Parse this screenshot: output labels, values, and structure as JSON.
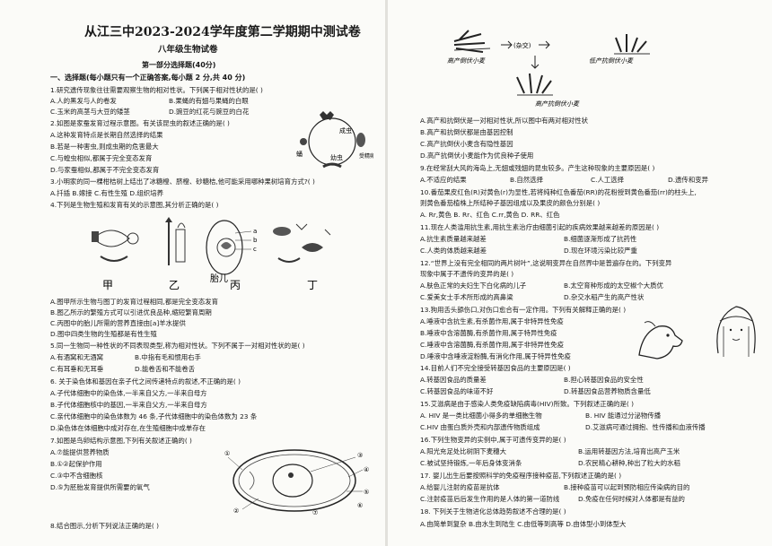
{
  "left": {
    "title": "从江三中2023-2024学年度第二学期期中测试卷",
    "subtitle": "八年级生物试卷",
    "part1": "第一部分选择题(40分)",
    "section1": "一、选择题(每小题只有一个正确答案,每小题 2 分,共 40 分)",
    "q1": "1.研究遗传现象往往需要观察生物的相对性状。下列属于相对性状的是(     )",
    "q1a": "A.人的黑发与人的卷发",
    "q1b": "B.果蝇的有翅与果蝇的白眼",
    "q1c": "C.玉米的高茎与大豆的矮茎",
    "q1d": "D.豌豆的红花与豌豆的白花",
    "q2": "2.如图是家蚕发育过程示意图。有关该昆虫的叙述正确的是(     )",
    "q2a": "A.这种发育特点是长期自然选择的结果",
    "q2b": "B.若是一种害虫,则成虫期的危害最大",
    "q2c": "C.与蝗虫相似,都属于完全变态发育",
    "q2d": "D.与家蚕相似,都属于不完全变态发育",
    "fig2_labels": [
      "成虫",
      "受精卵",
      "幼虫",
      "蛹"
    ],
    "q3": "3.小明家的同一棵柑桔树上结出了冰糖橙、脐橙、砂糖桔,他可能采用哪种果树培育方式?(     )",
    "q3opts": "A.扦插          B.嫁接          C.有性生殖          D.组织培养",
    "q4": "4.下列是生物生殖和发育有关的示意图,其分析正确的是(     )",
    "fig4_labels": [
      "甲",
      "乙",
      "丙",
      "丁"
    ],
    "fig4_marks": [
      "a",
      "b",
      "c",
      "胎儿"
    ],
    "q4a": "A.图甲所示生物与图丁的发育过程相同,都是完全变态发育",
    "q4b": "B.图乙所示的繁殖方式可以引进优良品种,缩短繁育周期",
    "q4c": "C.丙图中的胎儿所需的营养直接由[a]羊水提供",
    "q4d": "D.图中四类生物的生殖都是有性生殖",
    "q5": "5.同一生物同一种性状的不同表现类型,称为相对性状。下列不属于一对相对性状的是(     )",
    "q5a": "A.有酒窝和无酒窝",
    "q5b": "B.中指有毛和惯用右手",
    "q5c": "C.有耳垂和无耳垂",
    "q5d": "D.能卷舌和不能卷舌",
    "q6": "6. 关于染色体和基因在亲子代之间传递特点的叙述,不正确的是(     )",
    "q6a": "A.子代体细胞中的染色体,一半来自父方,一半来自母方",
    "q6b": "B.子代体细胞核中的基因,一半来自父方,一半来自母方",
    "q6c": "C.亲代体细胞中的染色体数为 46 条,子代体细胞中的染色体数为 23 条",
    "q6d": "D.染色体在体细胞中成对存在,在生殖细胞中成单存在",
    "q7": "7.如图是鸟卵结构示意图,下列有关叙述正确的(     )",
    "q7a": "A.⑦能提供营养物质",
    "q7b": "B.①②起保护作用",
    "q7c": "C.③中不含细胞核",
    "q7d": "D.⑤为胚胎发育提供所需要的氧气",
    "fig7_labels": [
      "①",
      "②",
      "③",
      "④",
      "⑤",
      "⑥",
      "⑦"
    ],
    "q8": "8.结合图示,分析下列说法正确的是(     )"
  },
  "right": {
    "fig8_caps": [
      "高产倒伏小麦",
      "(杂交)",
      "低产抗倒伏小麦",
      "高产抗倒伏小麦"
    ],
    "q8a": "A.高产和抗倒伏是一对相对性状,所以图中有两对相对性状",
    "q8b": "B.高产和抗倒伏都是由基因控制",
    "q8c": "C.高产抗倒伏小麦含有隐性基因",
    "q8d": "D.高产抗倒伏小麦能作为优良种子使用",
    "q9": "9.在经常刮大风的海岛上,无翅或残翅的昆虫较多。产生这种现象的主要原因是(     )",
    "q9a": "A.不适应的结果",
    "q9b": "B.自然选择",
    "q9c": "C.人工选择",
    "q9d": "D.遗传和变异",
    "q10": "10.番茄果皮红色(R)对黄色(r)为显性,若将纯种红色番茄(RR)的花粉授到黄色番茄(rr)的柱头上,",
    "q10b": "则黄色番茄植株上所结种子基因组成以及果皮的颜色分别是(     )",
    "q10opts": "A. Rr,黄色       B. Rr、红色       C.rr,黄色       D. RR、红色",
    "q11": "11.现在人类滥用抗生素,用抗生素治疗由细菌引起的疾病效果越来越差的原因是(     )",
    "q11a": "A.抗生素质量越来越差",
    "q11b": "B.细菌逐渐形成了抗药性",
    "q11c": "C.人类的体质越来越差",
    "q11d": "D.现在环境污染比较严重",
    "q12": "12.“世界上没有完全相同的两片树叶”,这说明变异在自然界中是普遍存在的。下列变异",
    "q12b": "现象中属于不遗传的变异的是(     )",
    "q12a": "A.肤色正常的夫妇生下白化病的儿子",
    "q12bb": "B.太空育种形成的太空椒个大质优",
    "q12c": "C.爱美女士手术所形成的高鼻梁",
    "q12d": "D.杂交水稻产生的高产性状",
    "q13": "13.狗用舌头舔伤口,对伤口愈合有一定作用。下列有关解释正确的是(     )",
    "q13a": "A.唾液中含抗生素,有杀菌作用,属于非特异性免疫",
    "q13b": "B.唾液中含溶菌酶,有杀菌作用,属于特异性免疫",
    "q13c": "C.唾液中含溶菌酶,有杀菌作用,属于非特异性免疫",
    "q13d": "D.唾液中含唾液淀粉酶,有消化作用,属于特异性免疫",
    "q14": "14.目前人们不完全接受转基因食品的主要原因是(     )",
    "q14a": "A.转基因食品的质量差",
    "q14b": "B.担心转基因食品的安全性",
    "q14c": "C.转基因食品的味道不好",
    "q14d": "D.转基因食品营养物质含量低",
    "q15": "15.艾滋病是由于感染人类免疫缺陷病毒(HIV)所致。下列叙述正确的是(     )",
    "q15a": "A. HIV 是一类比细菌小得多的单细胞生物",
    "q15b": "B. HIV 能通过分泌物传播",
    "q15c": "C.HIV 由蛋白质外壳和内部遗传物质组成",
    "q15d": "D.艾滋病可通过拥抱、性传播和血液传播",
    "q16": "16.下列生物变异的实例中,属于可遗传变异的是(     )",
    "q16a": "A.阳光充足处比树阴下麦穗大",
    "q16b": "B.运用转基因方法,培育出高产玉米",
    "q16c": "C.被试坚持锻炼,一年后身体变消条",
    "q16d": "D.农民精心耕种,种出了粒大的水稻",
    "q17": "17. 婴儿出生后要按照科学的免疫程序接种疫苗,下列叙述正确的是(     )",
    "q17a": "A.给婴儿注射的疫苗是抗体",
    "q17b": "B.接种疫苗可以起到预防相应传染病的目的",
    "q17c": "C.注射疫苗后后发生作用的是人体的第一道防线",
    "q17d": "D.免疫在任何时候对人体都是有益的",
    "q18": "18. 下列关于生物进化总体趋势叙述不合理的是(     )",
    "q18opts": "A.由简单到复杂      B.由水生到陆生      C.由低等到高等      D.由体型小到体型大"
  }
}
